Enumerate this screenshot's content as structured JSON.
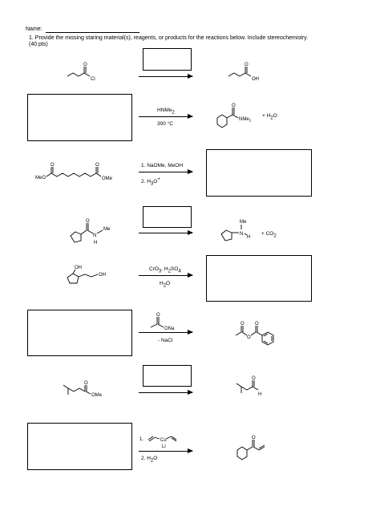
{
  "header": {
    "name_label": "Name:",
    "instructions": "1. Provide the missing staring material(s), reagents, or products for the reactions below.  Include stereochemistry.",
    "points": "(40 pts)"
  },
  "reactions": [
    {
      "reagents": [],
      "product_label": "OH",
      "starting_label": "Cl"
    },
    {
      "reagents": [
        "HNMe",
        "300 °C"
      ],
      "product_labels": [
        "NMe",
        "+  H",
        "O"
      ]
    },
    {
      "reagents": [
        "1. NaOMe, MeOH",
        "2. H",
        "O"
      ],
      "starting_labels": [
        "MeO",
        "OMe"
      ]
    },
    {
      "reagents": [],
      "starting_labels": [
        "N",
        "Me",
        "H",
        "O"
      ],
      "product_labels": [
        "Me",
        "N",
        "H",
        "+  CO"
      ]
    },
    {
      "reagents": [
        "CrO",
        ", H",
        "SO",
        "H",
        "O"
      ],
      "starting_labels": [
        "OH",
        "OH"
      ]
    },
    {
      "reagents": [
        "ONa",
        "- NaCl"
      ],
      "product_labels": [
        "O",
        "O",
        "O"
      ]
    },
    {
      "reagents": [],
      "starting_labels": [
        "OMe",
        "O"
      ],
      "product_labels": [
        "O",
        "H"
      ]
    },
    {
      "reagents": [
        "1.",
        "Cu",
        "Li",
        "2. H",
        "O"
      ],
      "product_labels": [
        "O"
      ]
    }
  ]
}
